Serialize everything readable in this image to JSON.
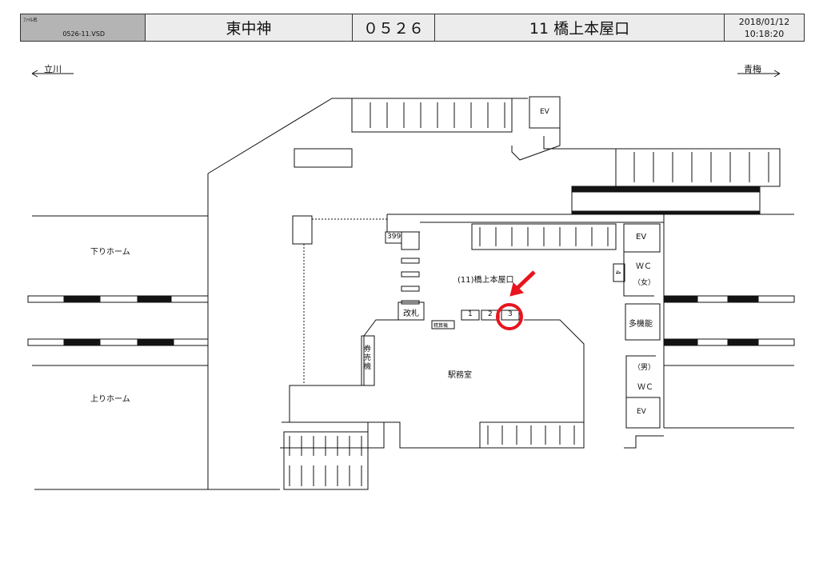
{
  "header": {
    "file_label": "ﾌｧｲﾙ名",
    "file_name": "0526-11.VSD",
    "station": "東中神",
    "code": "０５２６",
    "exit": "11 橋上本屋口",
    "date": "2018/01/12",
    "time": "10:18:20"
  },
  "directions": {
    "left": "立川",
    "right": "青梅"
  },
  "labels": {
    "down_platform": "下りホーム",
    "up_platform": "上りホーム",
    "exit_name": "(11)橋上本屋口",
    "gate": "改札",
    "fare_adjust": "精算機",
    "ticket_machine": "券売機",
    "station_office": "駅務室",
    "ev_top": "EV",
    "ev_right_top": "EV",
    "ev_right_bottom": "EV",
    "wc_women": "ＷＣ",
    "women": "（女）",
    "wc_men": "ＷＣ",
    "men": "（男）",
    "multi": "多機能",
    "num_399": "399",
    "num_4": "4",
    "gate1": "1",
    "gate2": "2",
    "gate3": "3"
  },
  "highlight": {
    "target": "3",
    "color": "#e8141e"
  }
}
